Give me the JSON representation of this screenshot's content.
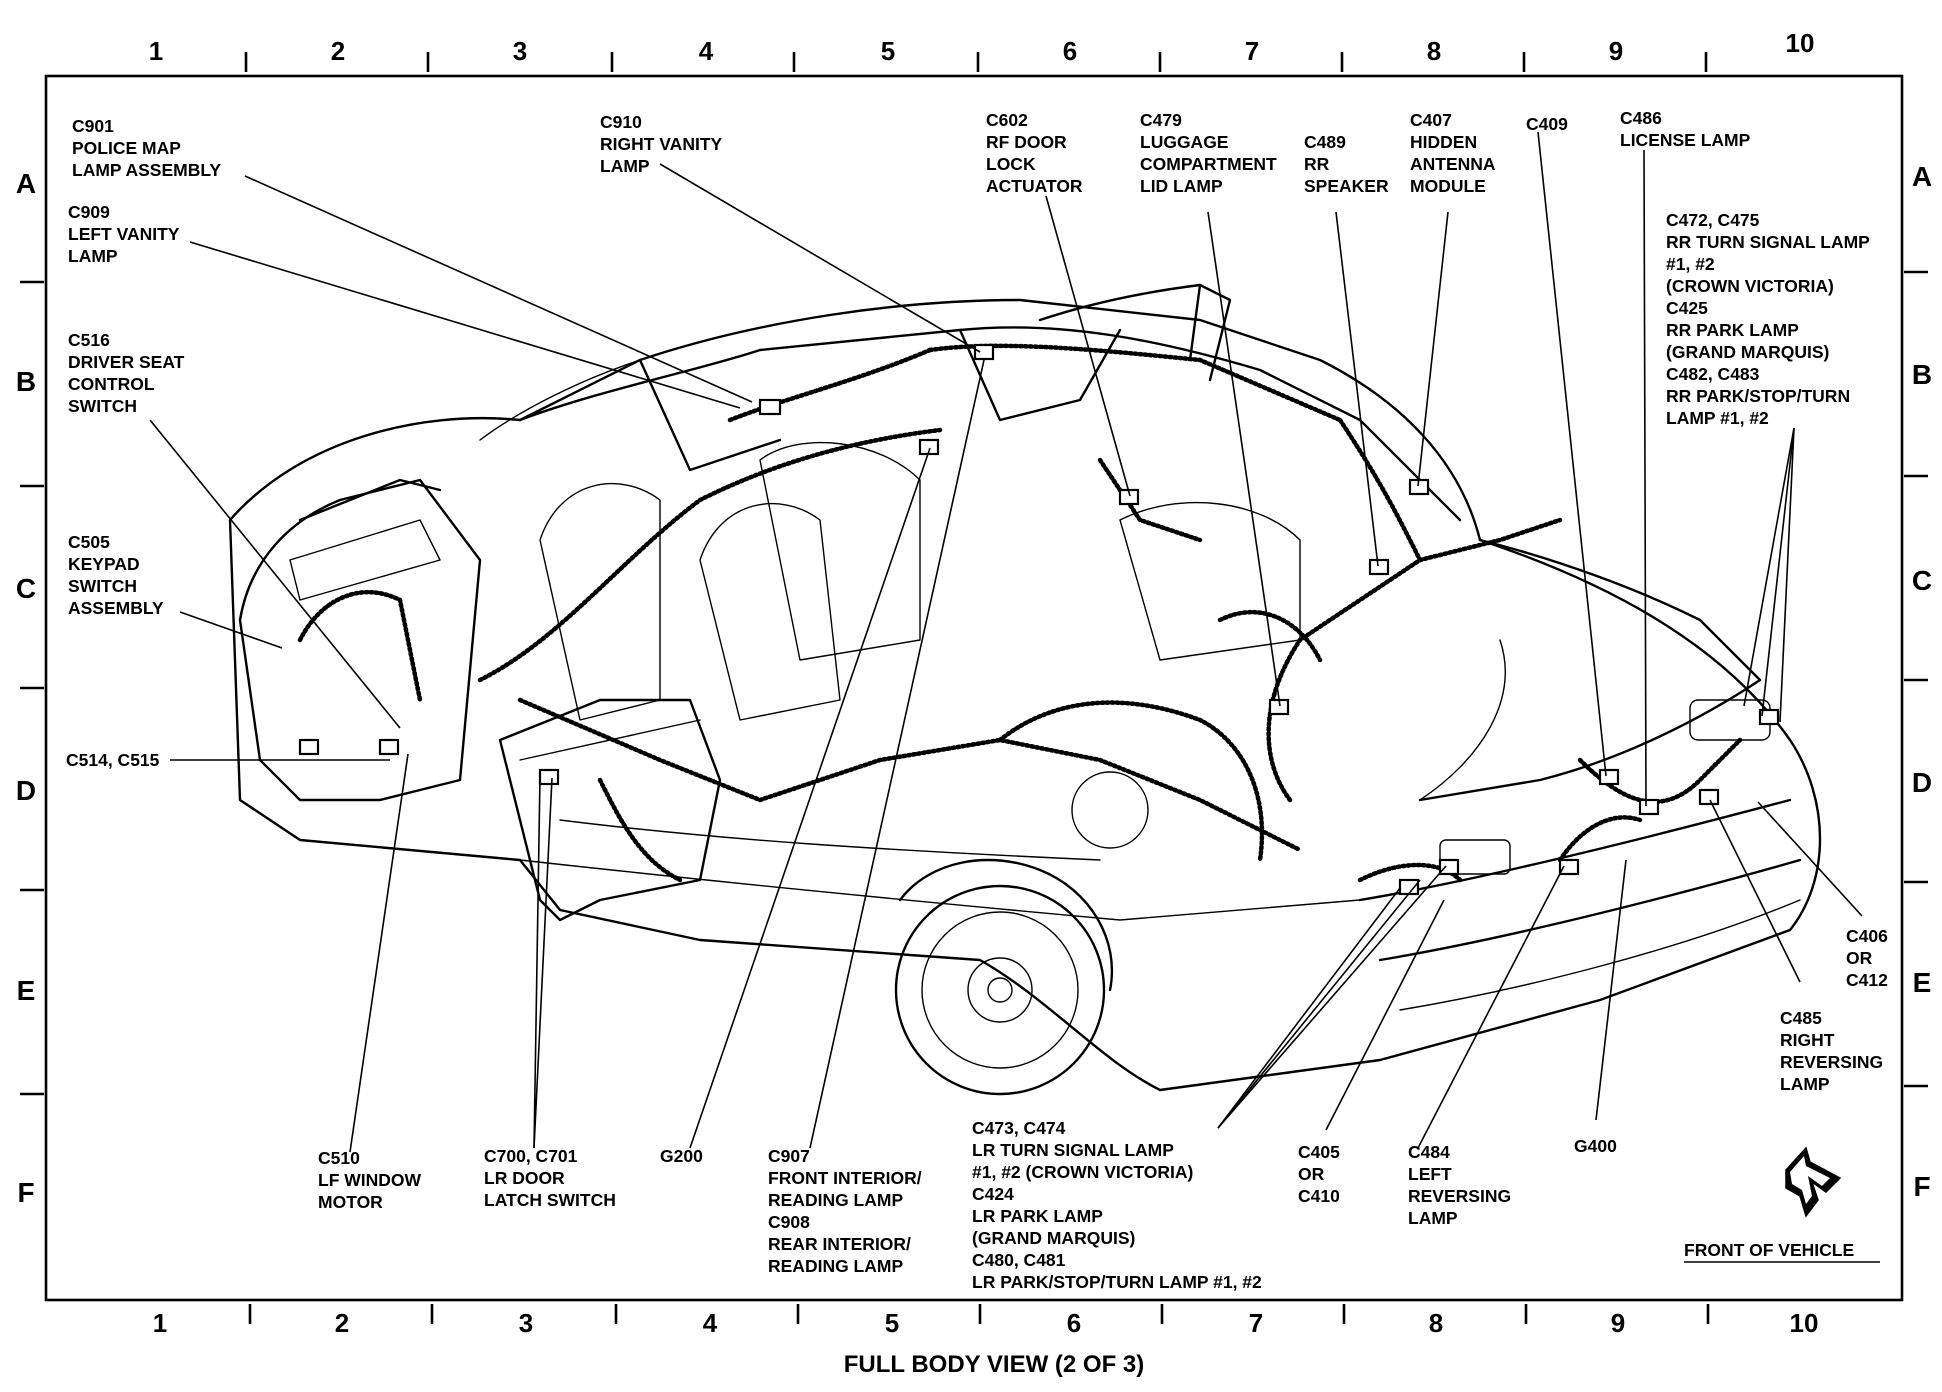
{
  "title": "FULL BODY VIEW (2 OF 3)",
  "grid_columns": [
    "1",
    "2",
    "3",
    "4",
    "5",
    "6",
    "7",
    "8",
    "9",
    "10"
  ],
  "grid_rows": [
    "A",
    "B",
    "C",
    "D",
    "E",
    "F"
  ],
  "callouts": {
    "c901": [
      "C901",
      "POLICE MAP",
      "LAMP ASSEMBLY"
    ],
    "c909": [
      "C909",
      "LEFT VANITY",
      "LAMP"
    ],
    "c516": [
      "C516",
      "DRIVER SEAT",
      "CONTROL",
      "SWITCH"
    ],
    "c505": [
      "C505",
      "KEYPAD",
      "SWITCH",
      "ASSEMBLY"
    ],
    "c514": [
      "C514, C515"
    ],
    "c910": [
      "C910",
      "RIGHT VANITY",
      "LAMP"
    ],
    "c602": [
      "C602",
      "RF DOOR",
      "LOCK",
      "ACTUATOR"
    ],
    "c479": [
      "C479",
      "LUGGAGE",
      "COMPARTMENT",
      "LID LAMP"
    ],
    "c489": [
      "C489",
      "RR",
      "SPEAKER"
    ],
    "c407": [
      "C407",
      "HIDDEN",
      "ANTENNA",
      "MODULE"
    ],
    "c409": [
      "C409"
    ],
    "c486": [
      "C486",
      "LICENSE LAMP"
    ],
    "c472": [
      "C472, C475",
      "RR TURN SIGNAL LAMP",
      "#1, #2",
      "(CROWN VICTORIA)",
      "C425",
      "RR PARK LAMP",
      "(GRAND MARQUIS)",
      "C482, C483",
      "RR PARK/STOP/TURN",
      "LAMP #1, #2"
    ],
    "c406": [
      "C406",
      "OR",
      "C412"
    ],
    "c485": [
      "C485",
      "RIGHT",
      "REVERSING",
      "LAMP"
    ],
    "c510": [
      "C510",
      "LF WINDOW",
      "MOTOR"
    ],
    "c700": [
      "C700, C701",
      "LR DOOR",
      "LATCH SWITCH"
    ],
    "g200": [
      "G200"
    ],
    "c907": [
      "C907",
      "FRONT INTERIOR/",
      "READING LAMP",
      "C908",
      "REAR INTERIOR/",
      "READING LAMP"
    ],
    "c473": [
      "C473, C474",
      "LR TURN SIGNAL LAMP",
      "#1, #2 (CROWN VICTORIA)",
      "C424",
      "LR PARK LAMP",
      "(GRAND MARQUIS)",
      "C480, C481",
      "LR PARK/STOP/TURN LAMP #1, #2"
    ],
    "c405": [
      "C405",
      "OR",
      "C410"
    ],
    "c484": [
      "C484",
      "LEFT",
      "REVERSING",
      "LAMP"
    ],
    "g400": [
      "G400"
    ]
  },
  "front_of_vehicle": "FRONT OF VEHICLE",
  "icons": {
    "front_arrow": "front-of-vehicle-arrow-icon"
  }
}
